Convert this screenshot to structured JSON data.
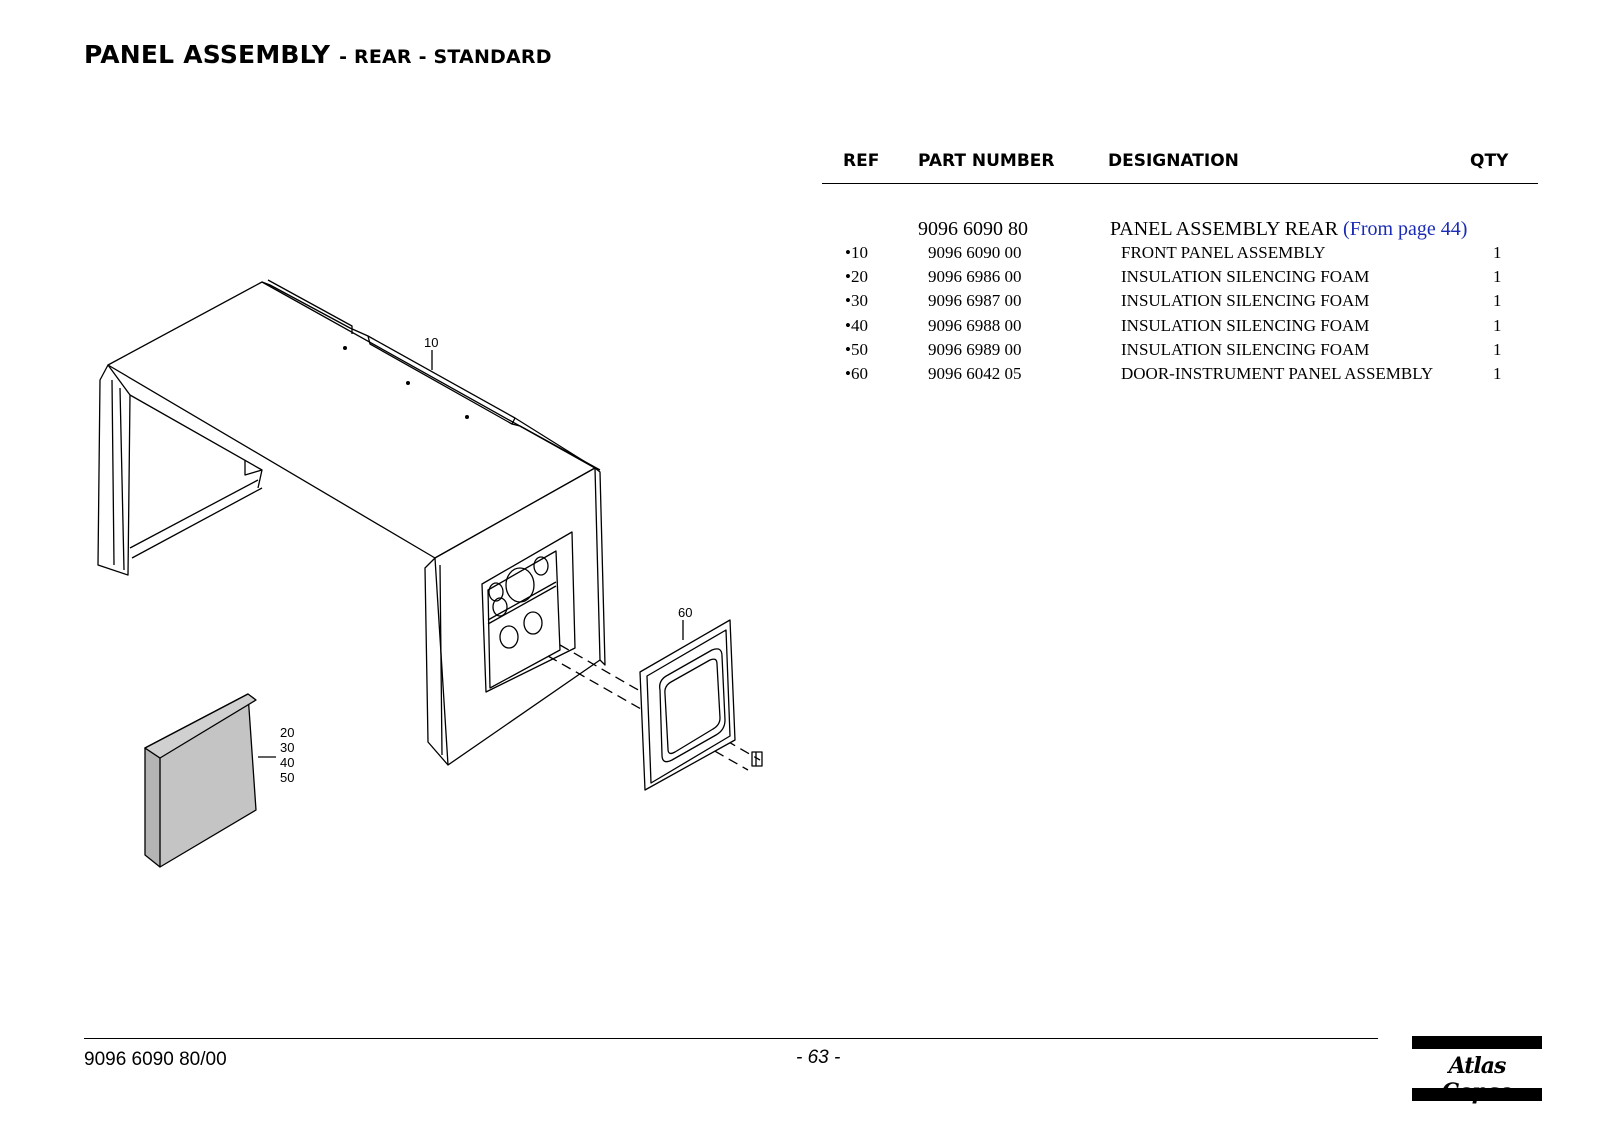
{
  "page": {
    "title_main": "PANEL ASSEMBLY",
    "title_sub": "- REAR - STANDARD"
  },
  "table": {
    "headers": {
      "ref": "REF",
      "part_number": "PART NUMBER",
      "designation": "DESIGNATION",
      "qty": "QTY"
    },
    "assembly": {
      "part_number": "9096 6090 80",
      "designation": "PANEL ASSEMBLY REAR",
      "link": "(From page 44)"
    },
    "rows": [
      {
        "ref": "•10",
        "part_number": "9096 6090 00",
        "designation": "FRONT PANEL ASSEMBLY",
        "qty": "1"
      },
      {
        "ref": "•20",
        "part_number": "9096 6986 00",
        "designation": "INSULATION SILENCING FOAM",
        "qty": "1"
      },
      {
        "ref": "•30",
        "part_number": "9096 6987 00",
        "designation": "INSULATION SILENCING FOAM",
        "qty": "1"
      },
      {
        "ref": "•40",
        "part_number": "9096 6988 00",
        "designation": "INSULATION SILENCING FOAM",
        "qty": "1"
      },
      {
        "ref": "•50",
        "part_number": "9096 6989 00",
        "designation": "INSULATION SILENCING FOAM",
        "qty": "1"
      },
      {
        "ref": "•60",
        "part_number": "9096 6042 05",
        "designation": "DOOR-INSTRUMENT PANEL ASSEMBLY",
        "qty": "1"
      }
    ]
  },
  "diagram": {
    "callouts": {
      "panel": "10",
      "door": "60",
      "foam": [
        "20",
        "30",
        "40",
        "50"
      ]
    },
    "foam_color": "#c4c4c4"
  },
  "footer": {
    "doc_number": "9096 6090 80/00",
    "page_number": "- 63 -",
    "logo": "Atlas Copco"
  }
}
